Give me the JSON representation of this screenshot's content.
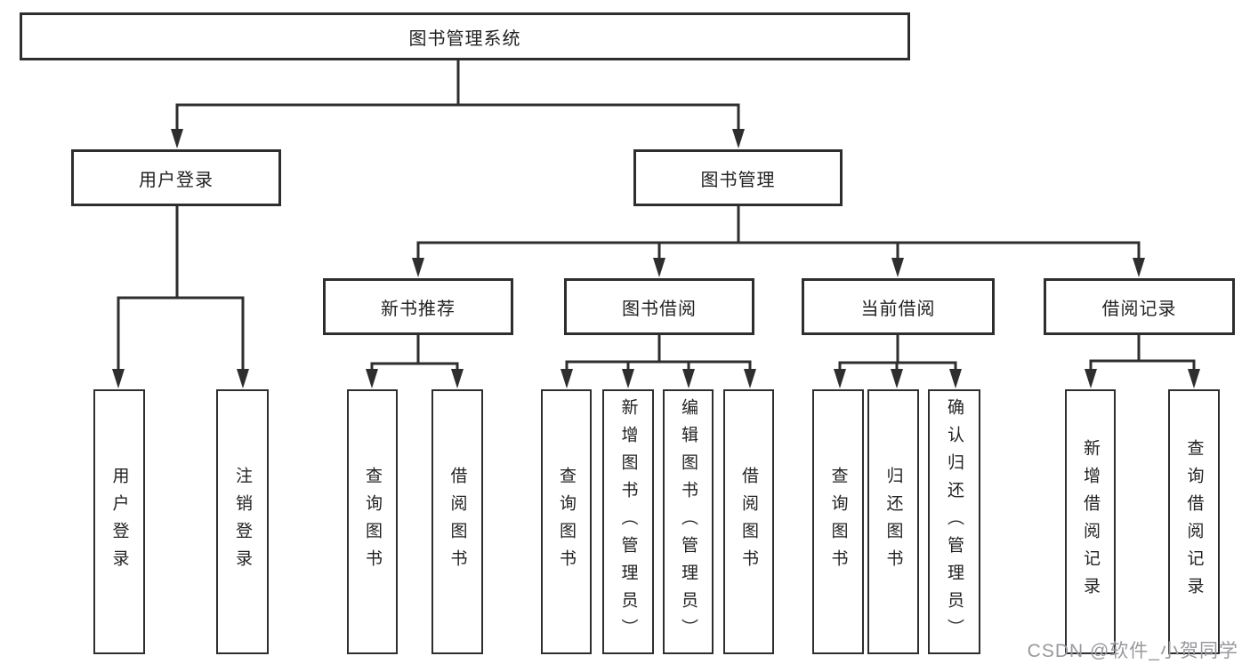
{
  "diagram_type": "functional-structure-chart",
  "tree": {
    "root": {
      "label": "图书管理系统"
    },
    "children": [
      {
        "label": "用户登录",
        "children": [
          {
            "label": "用户登录"
          },
          {
            "label": "注销登录"
          }
        ]
      },
      {
        "label": "图书管理",
        "children": [
          {
            "label": "新书推荐",
            "children": [
              {
                "label": "查询图书"
              },
              {
                "label": "借阅图书"
              }
            ]
          },
          {
            "label": "图书借阅",
            "children": [
              {
                "label": "查询图书"
              },
              {
                "label": "新增图书（管理员）"
              },
              {
                "label": "编辑图书（管理员）"
              },
              {
                "label": "借阅图书"
              }
            ]
          },
          {
            "label": "当前借阅",
            "children": [
              {
                "label": "查询图书"
              },
              {
                "label": "归还图书"
              },
              {
                "label": "确认归还（管理员）"
              }
            ]
          },
          {
            "label": "借阅记录",
            "children": [
              {
                "label": "新增借阅记录"
              },
              {
                "label": "查询借阅记录"
              }
            ]
          }
        ]
      }
    ]
  },
  "watermark": {
    "text": "CSDN @软件_小贺同学"
  },
  "colors": {
    "line": "#2e2e2e",
    "box_border": "#2e2e2e",
    "box_fill": "#ffffff",
    "text": "#222222",
    "watermark": "#98989e",
    "background": "#ffffff"
  }
}
